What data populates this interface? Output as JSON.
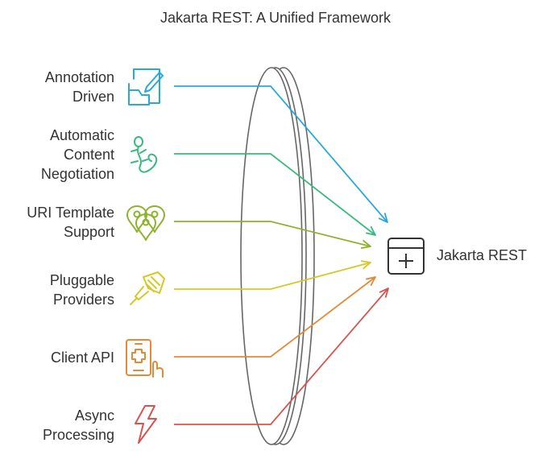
{
  "title": "Jakarta REST: A Unified Framework",
  "target": {
    "label": "Jakarta REST",
    "icon": "plus-box-icon",
    "color": "#333333"
  },
  "features": [
    {
      "lines": [
        "Annotation",
        "Driven"
      ],
      "icon": "folder-edit-icon",
      "color": "#29a9d9"
    },
    {
      "lines": [
        "Automatic",
        "Content",
        "Negotiation"
      ],
      "icon": "lizard-icon",
      "color": "#39b97f"
    },
    {
      "lines": [
        "URI Template",
        "Support"
      ],
      "icon": "map-pins-icon",
      "color": "#8cb32c"
    },
    {
      "lines": [
        "Pluggable",
        "Providers"
      ],
      "icon": "plug-connector-icon",
      "color": "#d9c72a"
    },
    {
      "lines": [
        "Client API"
      ],
      "icon": "mobile-tap-icon",
      "color": "#e08b38"
    },
    {
      "lines": [
        "Async",
        "Processing"
      ],
      "icon": "lightning-icon",
      "color": "#d9534f"
    }
  ]
}
